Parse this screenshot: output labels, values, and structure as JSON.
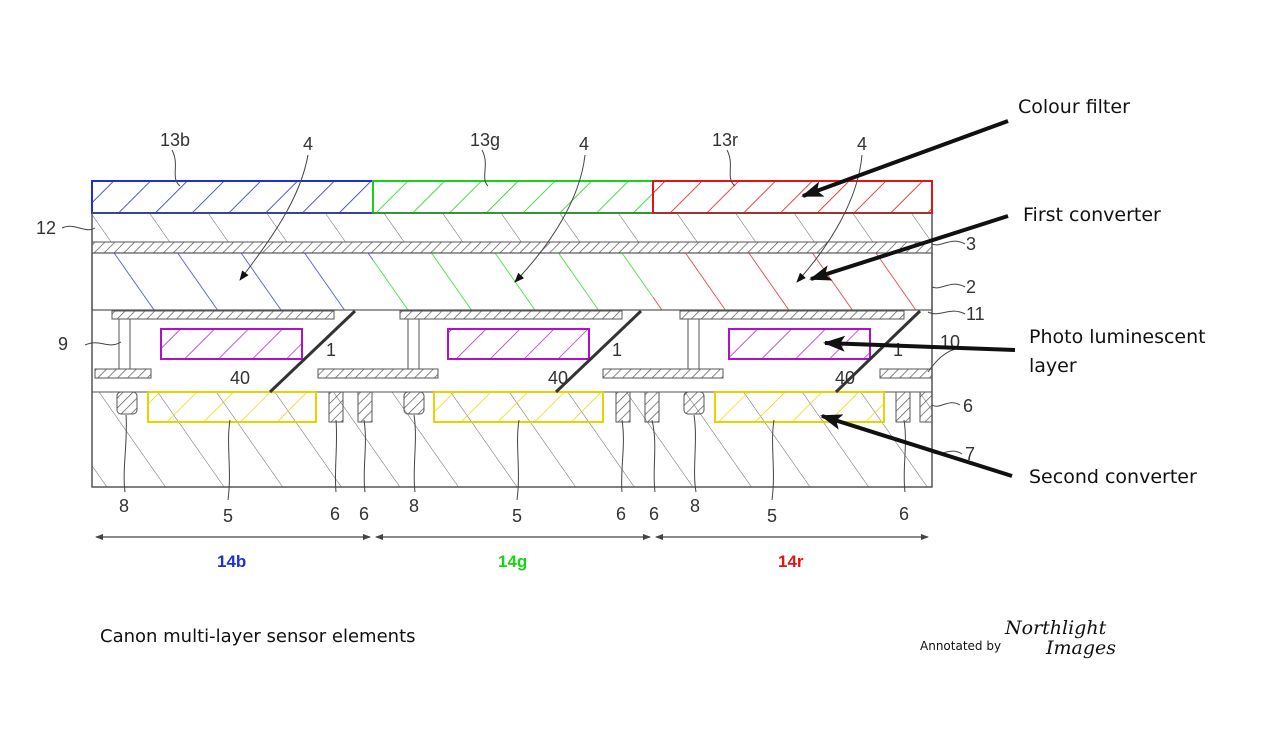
{
  "colors": {
    "blue": "#1f2fd6",
    "green": "#17d417",
    "red": "#e41414",
    "magenta": "#b011c8",
    "yellow": "#e6d400",
    "line": "#555555"
  },
  "filters": [
    {
      "label": "13b",
      "color": "#1f2fd6"
    },
    {
      "label": "13g",
      "color": "#17d417"
    },
    {
      "label": "13r",
      "color": "#e41414"
    }
  ],
  "converter_labels": [
    "4",
    "4",
    "4"
  ],
  "luminescent_labels": [
    "40",
    "40",
    "40"
  ],
  "electrode_labels": [
    "1",
    "1",
    "1"
  ],
  "second_converter_labels": [
    "5",
    "5",
    "5"
  ],
  "left_labels": {
    "l12": "12",
    "l9": "9"
  },
  "right_labels": {
    "l3": "3",
    "l2": "2",
    "l11": "11",
    "l10": "10",
    "l6": "6",
    "l7": "7"
  },
  "bottom_labels": [
    "8",
    "6",
    "6",
    "8",
    "6",
    "6",
    "8",
    "6"
  ],
  "pixels": [
    {
      "label": "14b",
      "color": "#1f2fd6"
    },
    {
      "label": "14g",
      "color": "#17d417"
    },
    {
      "label": "14r",
      "color": "#e41414"
    }
  ],
  "annotations": {
    "colour_filter": "Colour filter",
    "first_converter": "First converter",
    "photo_luminescent_1": "Photo luminescent",
    "photo_luminescent_2": "layer",
    "second_converter": "Second converter"
  },
  "caption": "Canon multi-layer sensor elements",
  "credit": {
    "annotated_by": "Annotated by",
    "logo_line1": "Northlight",
    "logo_line2": "Images"
  }
}
